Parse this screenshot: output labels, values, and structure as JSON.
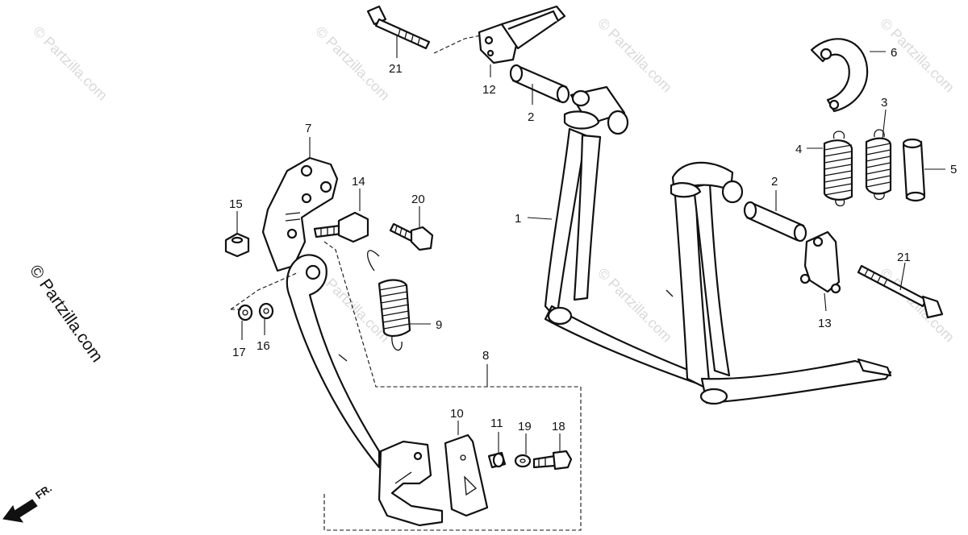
{
  "watermark": {
    "text": "© Partzilla.com"
  },
  "side_watermark": {
    "text": "© Partzilla.com"
  },
  "direction_label": {
    "text": "FR."
  },
  "callouts": [
    {
      "key": "c1",
      "label": "1"
    },
    {
      "key": "c2a",
      "label": "2"
    },
    {
      "key": "c2b",
      "label": "2"
    },
    {
      "key": "c3",
      "label": "3"
    },
    {
      "key": "c4",
      "label": "4"
    },
    {
      "key": "c5",
      "label": "5"
    },
    {
      "key": "c6",
      "label": "6"
    },
    {
      "key": "c7",
      "label": "7"
    },
    {
      "key": "c8",
      "label": "8"
    },
    {
      "key": "c9",
      "label": "9"
    },
    {
      "key": "c10",
      "label": "10"
    },
    {
      "key": "c11",
      "label": "11"
    },
    {
      "key": "c12",
      "label": "12"
    },
    {
      "key": "c13",
      "label": "13"
    },
    {
      "key": "c14",
      "label": "14"
    },
    {
      "key": "c15",
      "label": "15"
    },
    {
      "key": "c16",
      "label": "16"
    },
    {
      "key": "c17",
      "label": "17"
    },
    {
      "key": "c18",
      "label": "18"
    },
    {
      "key": "c19",
      "label": "19"
    },
    {
      "key": "c20",
      "label": "20"
    },
    {
      "key": "c21a",
      "label": "21"
    },
    {
      "key": "c21b",
      "label": "21"
    }
  ]
}
